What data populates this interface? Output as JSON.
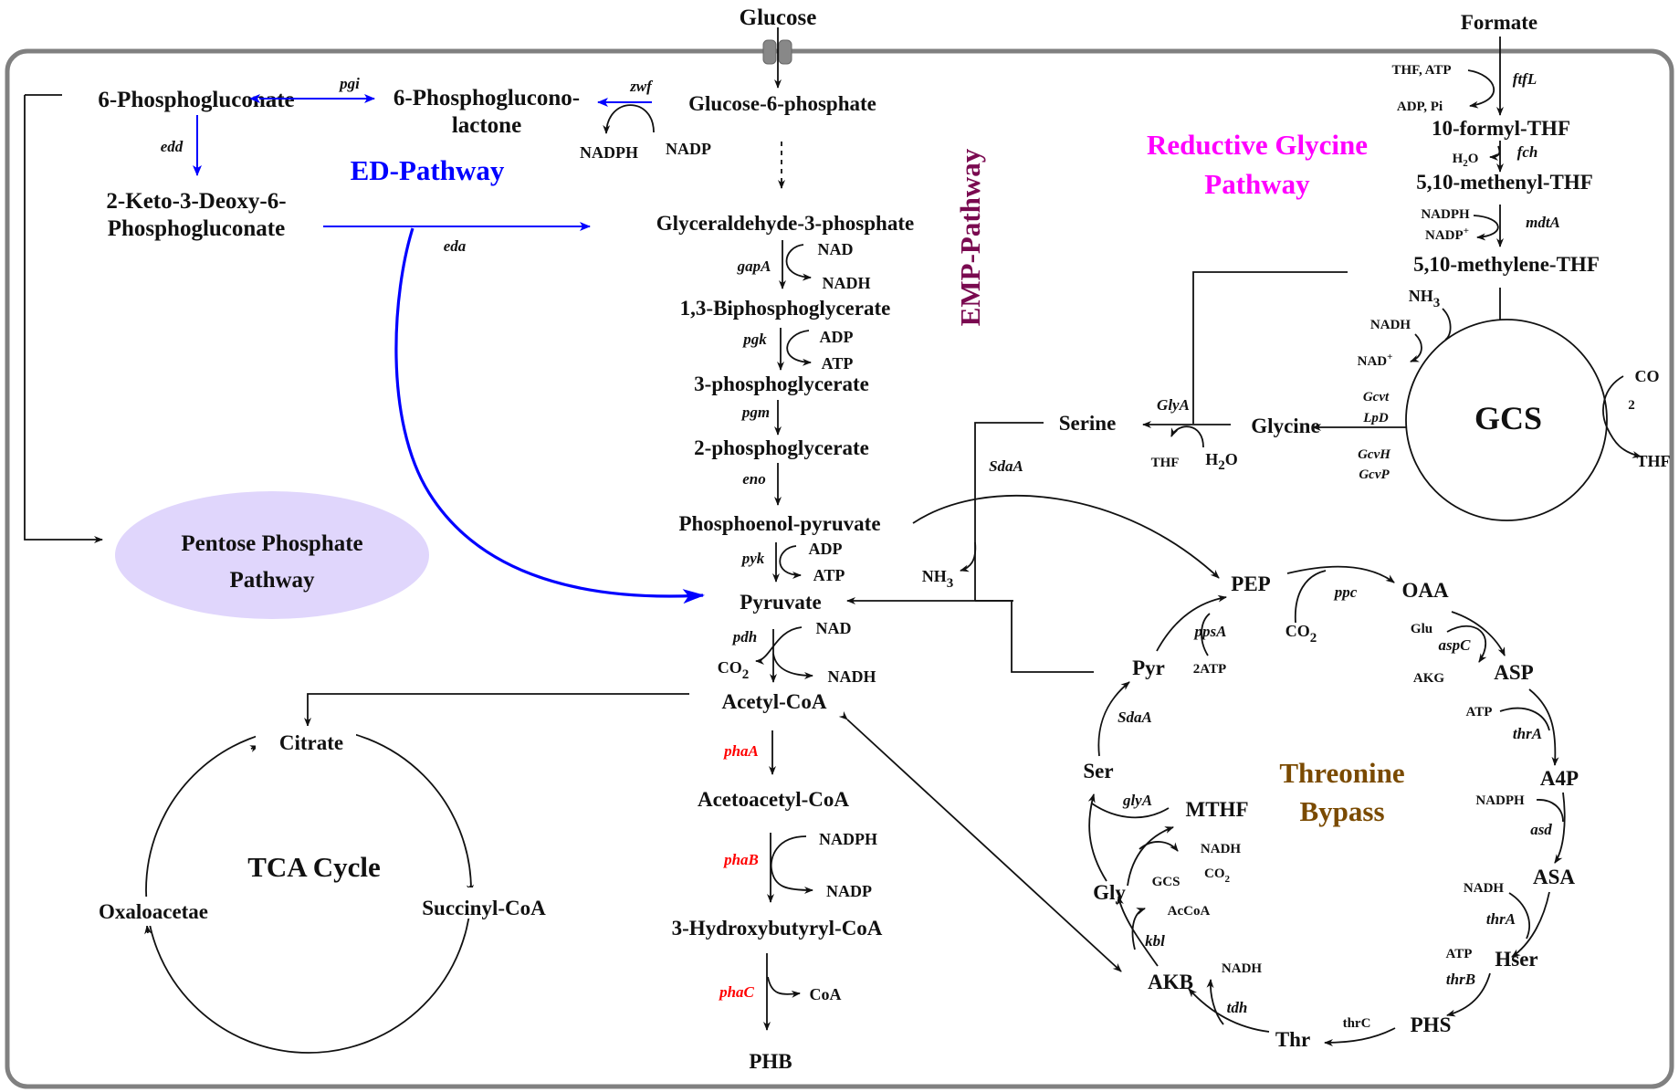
{
  "colors": {
    "ed_pathway": "#0000ff",
    "reductive_glycine": "#ff00ff",
    "emp_pathway": "#7a0a50",
    "threonine_bypass": "#7a4a00",
    "pha_genes": "#ff0000",
    "pentose_fill": "#e0d6fc",
    "cell_border": "#808080"
  },
  "external": {
    "glucose": "Glucose",
    "formate": "Formate"
  },
  "section_titles": {
    "ed": "ED-Pathway",
    "emp": "EMP-Pathway",
    "reductive_glycine_line1": "Reductive Glycine",
    "reductive_glycine_line2": "Pathway",
    "pentose_line1": "Pentose Phosphate",
    "pentose_line2": "Pathway",
    "tca": "TCA Cycle",
    "threonine_line1": "Threonine",
    "threonine_line2": "Bypass",
    "gcs": "GCS"
  },
  "ed_pathway": {
    "phosphogluconate": "6-Phosphogluconate",
    "phosphoglucono_line1": "6-Phosphoglucono-",
    "phosphoglucono_line2": "lactone",
    "kdpg_line1": "2-Keto-3-Deoxy-6-",
    "kdpg_line2": "Phosphogluconate",
    "enzymes": {
      "pgi": "pgi",
      "edd": "edd",
      "eda": "eda",
      "zwf": "zwf"
    },
    "cofactors": {
      "nadph": "NADPH",
      "nadp": "NADP"
    }
  },
  "emp_pathway": {
    "metabolites": [
      "Glucose-6-phosphate",
      "Glyceraldehyde-3-phosphate",
      "1,3-Biphosphoglycerate",
      "3-phosphoglycerate",
      "2-phosphoglycerate",
      "Phosphoenol-pyruvate",
      "Pyruvate",
      "Acetyl-CoA"
    ],
    "enzymes": {
      "gapA": "gapA",
      "pgk": "pgk",
      "pgm": "pgm",
      "eno": "eno",
      "pyk": "pyk",
      "pdh": "pdh"
    },
    "cofactors": {
      "gapA_in": "NAD",
      "gapA_out": "NADH",
      "pgk_in": "ADP",
      "pgk_out": "ATP",
      "pyk_in": "ADP",
      "pyk_out": "ATP",
      "pdh_in": "NAD",
      "pdh_co2": "CO",
      "pdh_co2_sub": "2",
      "pdh_out": "NADH"
    }
  },
  "phb_pathway": {
    "metabolites": [
      "Acetoacetyl-CoA",
      "3-Hydroxybutyryl-CoA",
      "PHB"
    ],
    "enzymes": {
      "phaA": "phaA",
      "phaB": "phaB",
      "phaC": "phaC"
    },
    "cofactors": {
      "phaB_in": "NADPH",
      "phaB_out": "NADP",
      "phaC_out": "CoA"
    }
  },
  "tca": {
    "metabolites": [
      "Citrate",
      "Succinyl-CoA",
      "Oxaloacetae"
    ]
  },
  "reductive_glycine": {
    "metabolites": [
      "10-formyl-THF",
      "5,10-methenyl-THF",
      "5,10-methylene-THF",
      "Glycine",
      "Serine"
    ],
    "enzymes": {
      "ftfL": "ftfL",
      "fch": "fch",
      "mdtA": "mdtA",
      "glyA": "GlyA",
      "sdaA": "SdaA"
    },
    "cofactors": {
      "ftfL_in": "THF, ATP",
      "ftfL_out": "ADP, Pi",
      "fch_h": "H",
      "fch_sub": "2",
      "fch_o": "O",
      "mdtA_in": "NADPH",
      "mdtA_out": "NADP",
      "mdtA_out_sup": "+",
      "glyA_thf": "THF",
      "glyA_h": "H",
      "glyA_sub": "2",
      "glyA_o": "O",
      "sdaA_nh": "NH",
      "sdaA_sub": "3"
    }
  },
  "gcs_system": {
    "enzymes": [
      "Gcvt",
      "LpD",
      "GcvH",
      "GcvP"
    ],
    "cofactors": {
      "nh": "NH",
      "nh_sub": "3",
      "nadh": "NADH",
      "nad": "NAD",
      "nad_sup": "+",
      "co": "CO",
      "co_sub": "2",
      "thf": "THF"
    }
  },
  "threonine_bypass": {
    "metabolites": {
      "pep": "PEP",
      "oaa": "OAA",
      "asp": "ASP",
      "a4p": "A4P",
      "asa": "ASA",
      "hser": "Hser",
      "phs": "PHS",
      "thr": "Thr",
      "akb": "AKB",
      "gly": "Gly",
      "ser": "Ser",
      "pyr": "Pyr",
      "mthf": "MTHF"
    },
    "enzymes": {
      "ppc": "ppc",
      "ppsA": "ppsA",
      "aspC": "aspC",
      "thrA1": "thrA",
      "asd": "asd",
      "thrA2": "thrA",
      "thrB": "thrB",
      "thrC": "thrC",
      "tdh": "tdh",
      "kbl": "kbl",
      "glyA": "glyA",
      "sdaA": "SdaA"
    },
    "cofactors": {
      "co2_c": "CO",
      "co2_sub": "2",
      "atp2": "2ATP",
      "glu": "Glu",
      "akg": "AKG",
      "atp_thrA": "ATP",
      "nadph_asd": "NADPH",
      "nadh_thrA": "NADH",
      "atp_thrB": "ATP",
      "nadh_tdh": "NADH",
      "accoa": "AcCoA",
      "gcs": "GCS",
      "nadh_gcs": "NADH",
      "co2_gcs": "CO",
      "co2_gcs_sub": "2"
    }
  }
}
